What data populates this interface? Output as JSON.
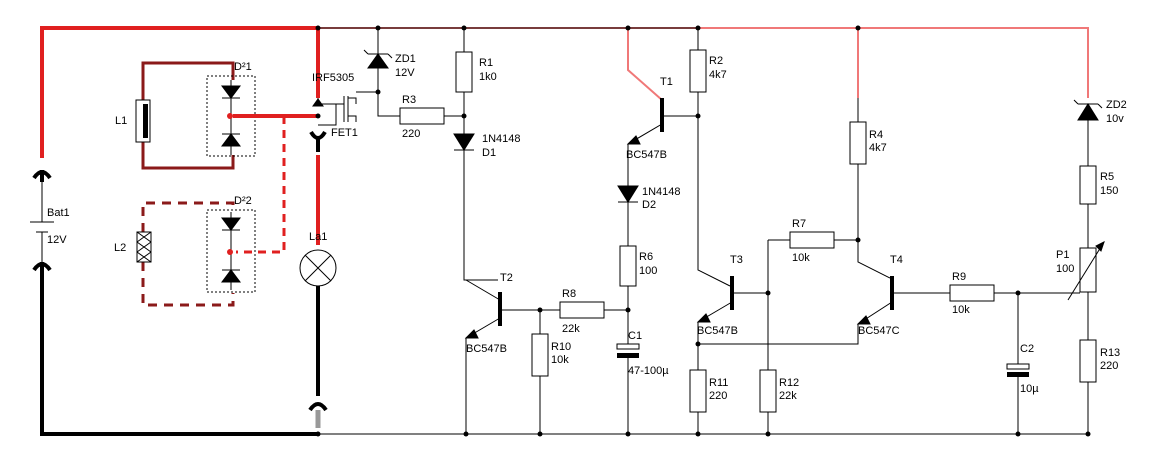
{
  "components": {
    "bat1": {
      "name": "Bat1",
      "value": "12V"
    },
    "l1": {
      "name": "L1"
    },
    "l2": {
      "name": "L2"
    },
    "d21": {
      "name": "D²1"
    },
    "d22": {
      "name": "D²2"
    },
    "la1": {
      "name": "La1"
    },
    "fet1": {
      "name": "FET1",
      "type": "IRF5305"
    },
    "zd1": {
      "name": "ZD1",
      "value": "12V"
    },
    "r1": {
      "name": "R1",
      "value": "1k0"
    },
    "r3": {
      "name": "R3",
      "value": "220"
    },
    "d1": {
      "name": "D1",
      "type": "1N4148"
    },
    "t1": {
      "name": "T1",
      "type": "BC547B"
    },
    "r2": {
      "name": "R2",
      "value": "4k7"
    },
    "d2": {
      "name": "D2",
      "type": "1N4148"
    },
    "r6": {
      "name": "R6",
      "value": "100"
    },
    "c1": {
      "name": "C1",
      "value": "47-100µ"
    },
    "t2": {
      "name": "T2",
      "type": "BC547B"
    },
    "r8": {
      "name": "R8",
      "value": "22k"
    },
    "r10": {
      "name": "R10",
      "value": "10k"
    },
    "r4": {
      "name": "R4",
      "value": "4k7"
    },
    "r7": {
      "name": "R7",
      "value": "10k"
    },
    "t3": {
      "name": "T3",
      "type": "BC547B"
    },
    "t4": {
      "name": "T4",
      "type": "BC547C"
    },
    "r11": {
      "name": "R11",
      "value": "220"
    },
    "r12": {
      "name": "R12",
      "value": "22k"
    },
    "r9": {
      "name": "R9",
      "value": "10k"
    },
    "c2": {
      "name": "C2",
      "value": "10µ"
    },
    "zd2": {
      "name": "ZD2",
      "value": "10v"
    },
    "r5": {
      "name": "R5",
      "value": "150"
    },
    "p1": {
      "name": "P1",
      "value": "100"
    },
    "r13": {
      "name": "R13",
      "value": "220"
    }
  },
  "colors": {
    "active_wire": "#e02020",
    "supply_rail": "#f07878",
    "coil_wire": "#8b1a1a",
    "ground_wire": "#000000"
  }
}
